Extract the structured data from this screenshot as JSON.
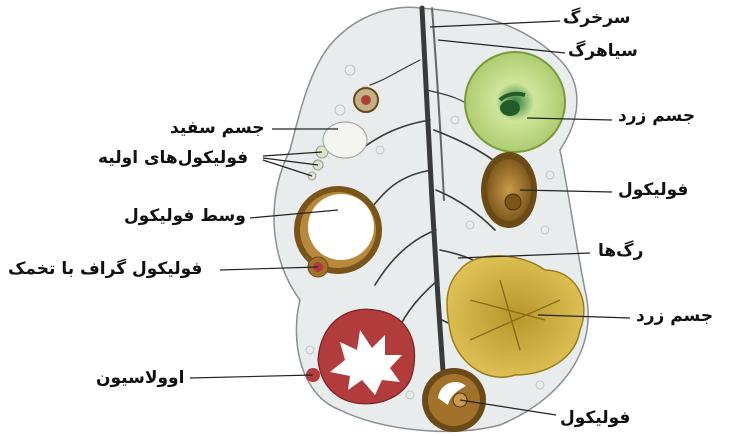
{
  "diagram": {
    "labels": {
      "artery": "سرخرگ",
      "vein": "سیاهرگ",
      "corpus_luteum_top": "جسم زرد",
      "corpus_albicans": "جسم سفید",
      "primary_follicles": "فولیکول‌های اولیه",
      "follicle_right": "فولیکول",
      "follicle_center": "وسط فولیکول",
      "graafian_follicle": "فولیکول گراف با تخمک",
      "vessels": "رگ‌ها",
      "corpus_luteum_bottom": "جسم زرد",
      "ovulation": "اوولاسیون",
      "follicle_bottom": "فولیکول"
    },
    "colors": {
      "stroma": "#e9ecec",
      "vessel": "#3a3a3a",
      "luteum_green": "#cfe59a",
      "luteum_yellow": "#d8bb45",
      "follicle_ring": "#6b4a16",
      "ovulation_red": "#b23b3b"
    }
  }
}
